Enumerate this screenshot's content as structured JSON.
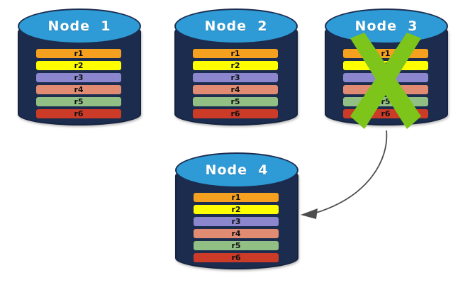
{
  "diagram": {
    "title": "Node replication / failover diagram",
    "background": "#ffffff",
    "colors": {
      "cylinder_body": "#1B2C4F",
      "cylinder_top": "#2E9BD6",
      "cylinder_outline": "#16233E",
      "title_text": "#ffffff",
      "x_mark_green": "#7DC51A",
      "arrow": "#4D4D4D"
    },
    "row_palette": {
      "r1": "#F5A01E",
      "r2": "#FFFF00",
      "r3": "#8B86CD",
      "r4": "#E08B72",
      "r5": "#92C084",
      "r6": "#CC3A28"
    },
    "nodes": [
      {
        "id": "node-1",
        "title": "Node  1",
        "failed": false,
        "rows": [
          {
            "label": "r1",
            "color": "#F5A01E"
          },
          {
            "label": "r2",
            "color": "#FFFF00"
          },
          {
            "label": "r3",
            "color": "#8B86CD"
          },
          {
            "label": "r4",
            "color": "#E08B72"
          },
          {
            "label": "r5",
            "color": "#92C084"
          },
          {
            "label": "r6",
            "color": "#CC3A28"
          }
        ]
      },
      {
        "id": "node-2",
        "title": "Node  2",
        "failed": false,
        "rows": [
          {
            "label": "r1",
            "color": "#F5A01E"
          },
          {
            "label": "r2",
            "color": "#FFFF00"
          },
          {
            "label": "r3",
            "color": "#8B86CD"
          },
          {
            "label": "r4",
            "color": "#E08B72"
          },
          {
            "label": "r5",
            "color": "#92C084"
          },
          {
            "label": "r6",
            "color": "#CC3A28"
          }
        ]
      },
      {
        "id": "node-3",
        "title": "Node  3",
        "failed": true,
        "failure_mark": "x-mark-icon",
        "rows": [
          {
            "label": "r1",
            "color": "#F5A01E"
          },
          {
            "label": "r2",
            "color": "#FFFF00"
          },
          {
            "label": "r3",
            "color": "#8B86CD"
          },
          {
            "label": "r4",
            "color": "#E08B72"
          },
          {
            "label": "r5",
            "color": "#92C084"
          },
          {
            "label": "r6",
            "color": "#CC3A28"
          }
        ]
      },
      {
        "id": "node-4",
        "title": "Node  4",
        "failed": false,
        "rows": [
          {
            "label": "r1",
            "color": "#F5A01E"
          },
          {
            "label": "r2",
            "color": "#FFFF00"
          },
          {
            "label": "r3",
            "color": "#8B86CD"
          },
          {
            "label": "r4",
            "color": "#E08B72"
          },
          {
            "label": "r5",
            "color": "#92C084"
          },
          {
            "label": "r6",
            "color": "#CC3A28"
          }
        ]
      }
    ],
    "connector": {
      "id": "node3-to-node4-arrow",
      "from": "node-3",
      "to": "node-4",
      "label": "",
      "style": "curved-arrow"
    }
  }
}
